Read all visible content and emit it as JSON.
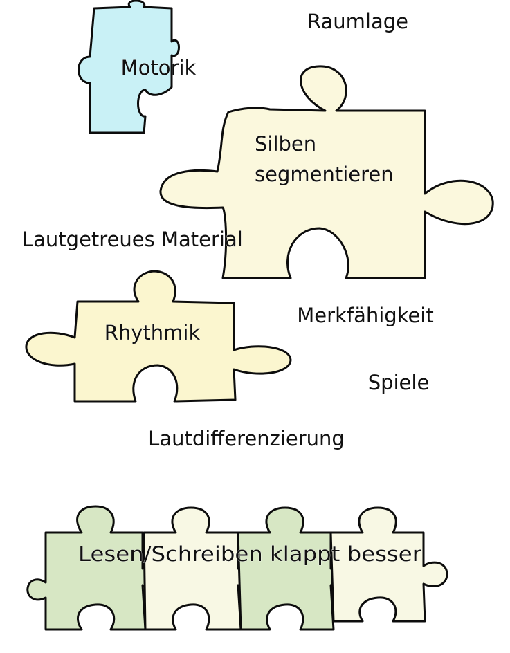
{
  "colors": {
    "motorik_fill": "#c9f1f6",
    "silben_fill": "#fbf8dd",
    "rhythmik_fill": "#fbf6cf",
    "bottom_green_fill": "#d7e7c4",
    "bottom_cream_fill": "#f8f8e4",
    "outline": "#0c0c0c",
    "text": "#111111"
  },
  "pieces": {
    "motorik": "Motorik",
    "silben_line1": "Silben",
    "silben_line2": "segmentieren",
    "rhythmik": "Rhythmik"
  },
  "floating_words": {
    "raumlage": "Raumlage",
    "material": "Lautgetreues Material",
    "merkfaehigkeit": "Merkfähigkeit",
    "spiele": "Spiele",
    "lautdifferenzierung": "Lautdifferenzierung"
  },
  "bottom_row": {
    "caption": "Lesen/Schreiben klappt besser"
  }
}
